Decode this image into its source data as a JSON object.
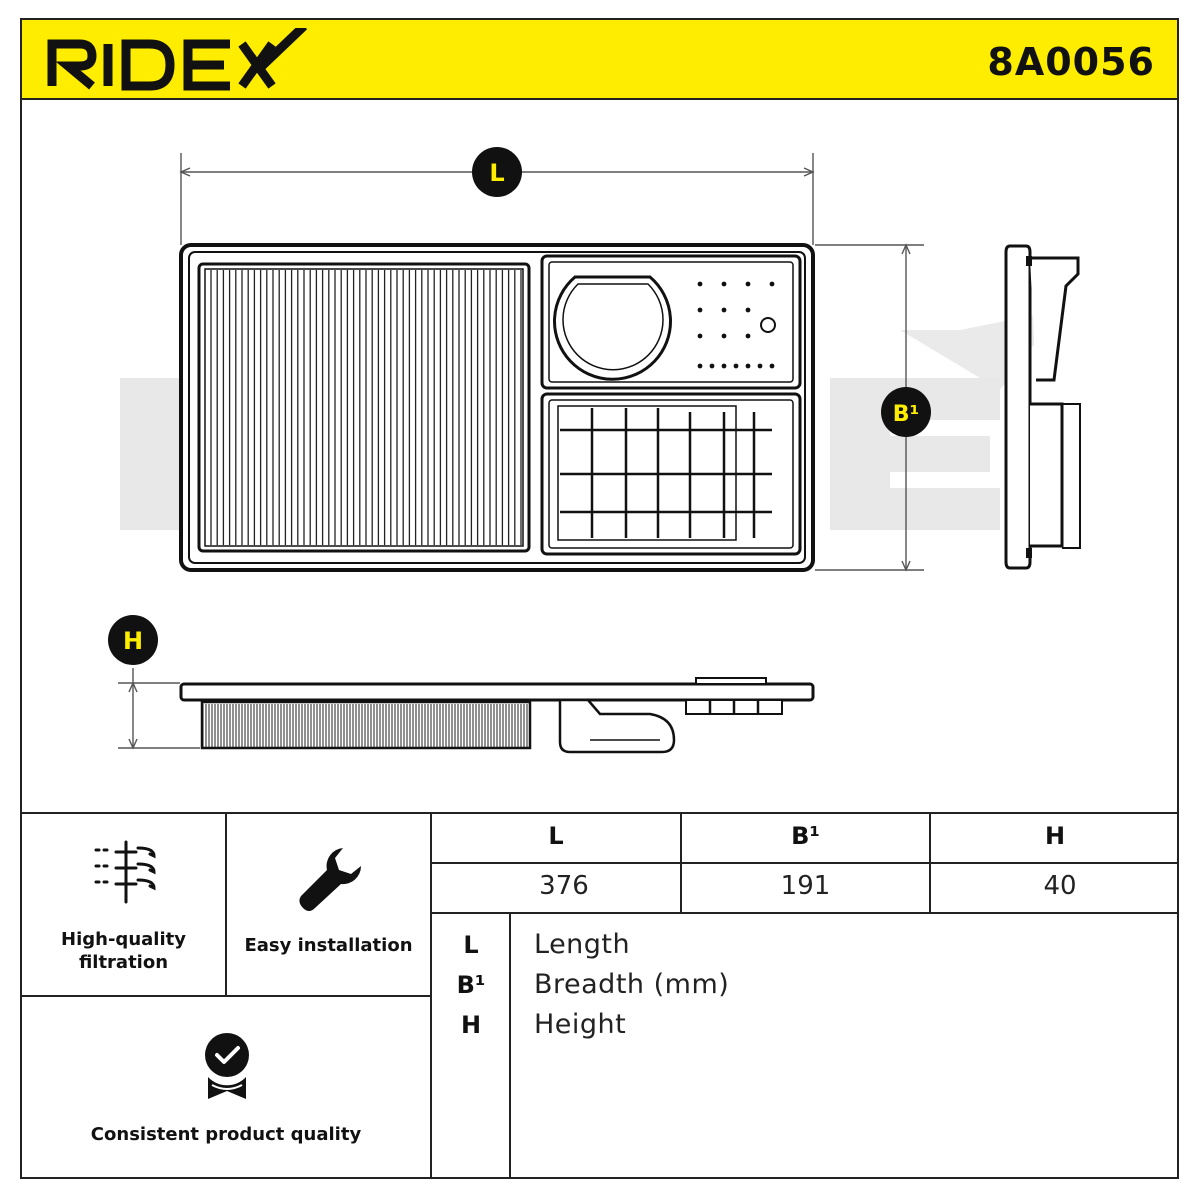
{
  "header": {
    "brand": "RIDEX",
    "part_number": "8A0056"
  },
  "drawing": {
    "label_L": "L",
    "label_B": "B¹",
    "label_H": "H",
    "watermark": "RIDEX"
  },
  "features": [
    {
      "label": "High-quality filtration",
      "icon": "filtration-icon"
    },
    {
      "label": "Easy installation",
      "icon": "wrench-icon"
    },
    {
      "label": "Consistent product quality",
      "icon": "quality-badge-icon"
    }
  ],
  "dimensions": {
    "headers": [
      "L",
      "B¹",
      "H"
    ],
    "values": [
      "376",
      "191",
      "40"
    ]
  },
  "legend": [
    {
      "key": "L",
      "desc": "Length"
    },
    {
      "key": "B¹",
      "desc": "Breadth (mm)"
    },
    {
      "key": "H",
      "desc": "Height"
    }
  ],
  "colors": {
    "accent_yellow": "#ffed00",
    "line": "#222222",
    "watermark": "#e6e6e6"
  }
}
